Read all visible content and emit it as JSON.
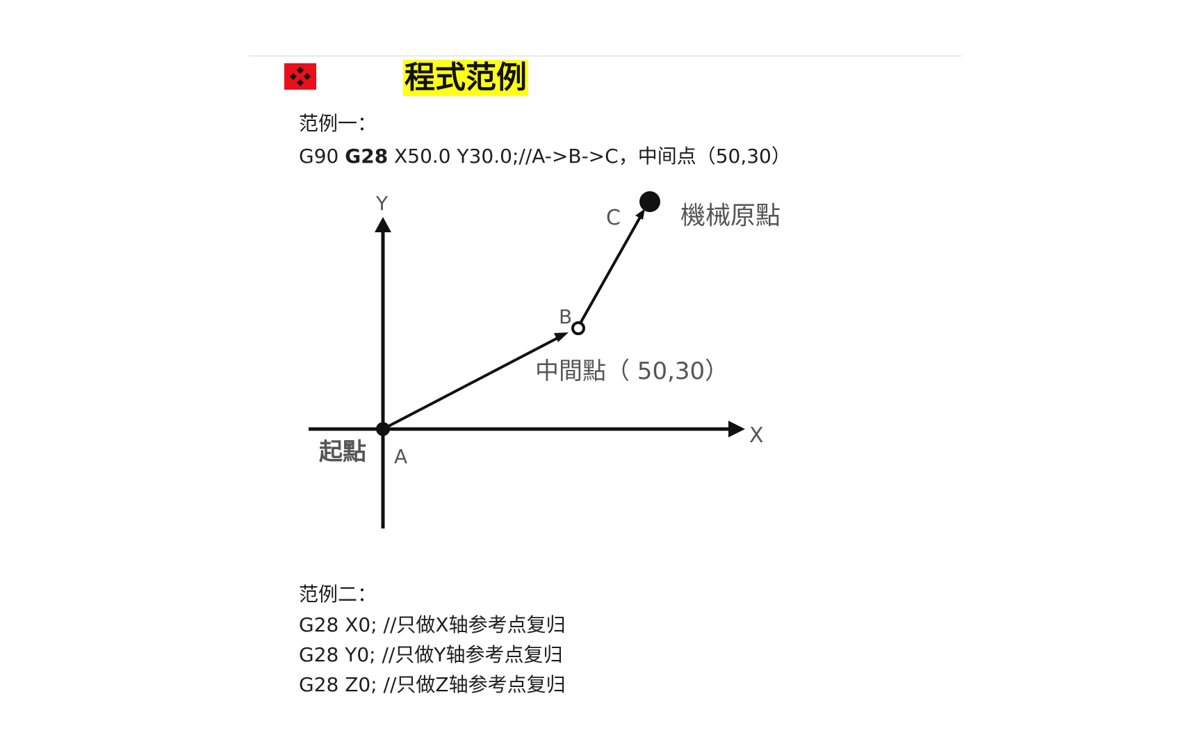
{
  "slide": {
    "title": "程式范例",
    "accent_color": "#e8101a",
    "highlight_color": "#ffff1a"
  },
  "example1": {
    "label": "范例一：",
    "code_prefix": "G90 ",
    "code_bold": "G28",
    "code_suffix": " X50.0 Y30.0;//A->B->C，中间点（50,30）"
  },
  "diagram": {
    "axis_x_label": "X",
    "axis_y_label": "Y",
    "point_a_label": "A",
    "point_b_label": "B",
    "point_c_label": "C",
    "start_label": "起點",
    "intermediate_label": "中間點（ 50,30）",
    "machine_origin_label": "機械原點"
  },
  "example2": {
    "label": "范例二：",
    "lines": [
      "G28 X0; //只做X轴参考点复归",
      "G28 Y0; //只做Y轴参考点复归",
      "G28 Z0; //只做Z轴参考点复归"
    ]
  }
}
